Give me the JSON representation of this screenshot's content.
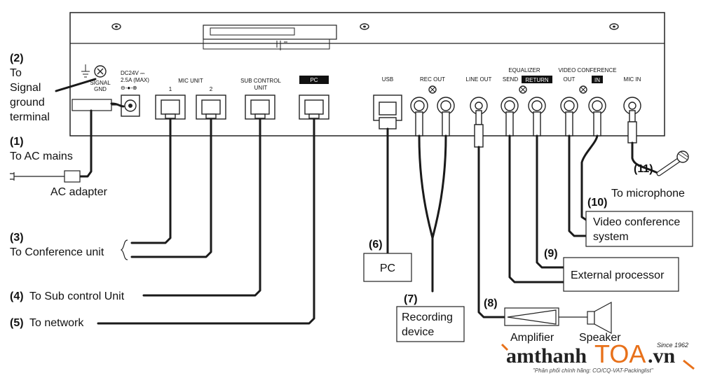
{
  "panel": {
    "signal_gnd": "SIGNAL\nGND",
    "dc_rating_1": "DC24V ⎓",
    "dc_rating_2": "2.5A (MAX)",
    "dc_polarity": "⊖-●-⊕",
    "mic_unit": "MIC UNIT",
    "mic_unit_1": "1",
    "mic_unit_2": "2",
    "sub_control_1": "SUB CONTROL",
    "sub_control_2": "UNIT",
    "pc": "PC",
    "usb": "USB",
    "rec_out": "REC OUT",
    "line_out": "LINE OUT",
    "equalizer": "EQUALIZER",
    "send": "SEND",
    "return": "RETURN",
    "video_conference": "VIDEO CONFERENCE",
    "vc_out": "OUT",
    "vc_in": "IN",
    "mic_in": "MIC IN"
  },
  "labels": {
    "l2_num": "(2)",
    "l2_line1": "To",
    "l2_line2": "Signal",
    "l2_line3": "ground",
    "l2_line4": "terminal",
    "l1_num": "(1)",
    "l1_text": "To AC mains",
    "ac_adapter": "AC adapter",
    "l3_num": "(3)",
    "l3_text": "To Conference unit",
    "l4_num": "(4)",
    "l4_text": "To Sub control Unit",
    "l5_num": "(5)",
    "l5_text": "To network",
    "l6_num": "(6)",
    "pc_box": "PC",
    "l7_num": "(7)",
    "rec_line1": "Recording",
    "rec_line2": "device",
    "l8_num": "(8)",
    "amplifier": "Amplifier",
    "speaker": "Speaker",
    "l9_num": "(9)",
    "ext_proc": "External processor",
    "l10_num": "(10)",
    "vc_line1": "Video conference",
    "vc_line2": "system",
    "l11_num": "(11)",
    "to_mic": "To microphone"
  },
  "watermark": {
    "since": "Since 1962",
    "brand_1": "amthanh",
    "brand_2": "TOA",
    "brand_3": ".vn",
    "tagline": "\"Phân phối chính hãng: CO/CQ-VAT-Packinglist\""
  },
  "colors": {
    "line": "#1a1a1a",
    "brand_orange": "#e8711a"
  }
}
